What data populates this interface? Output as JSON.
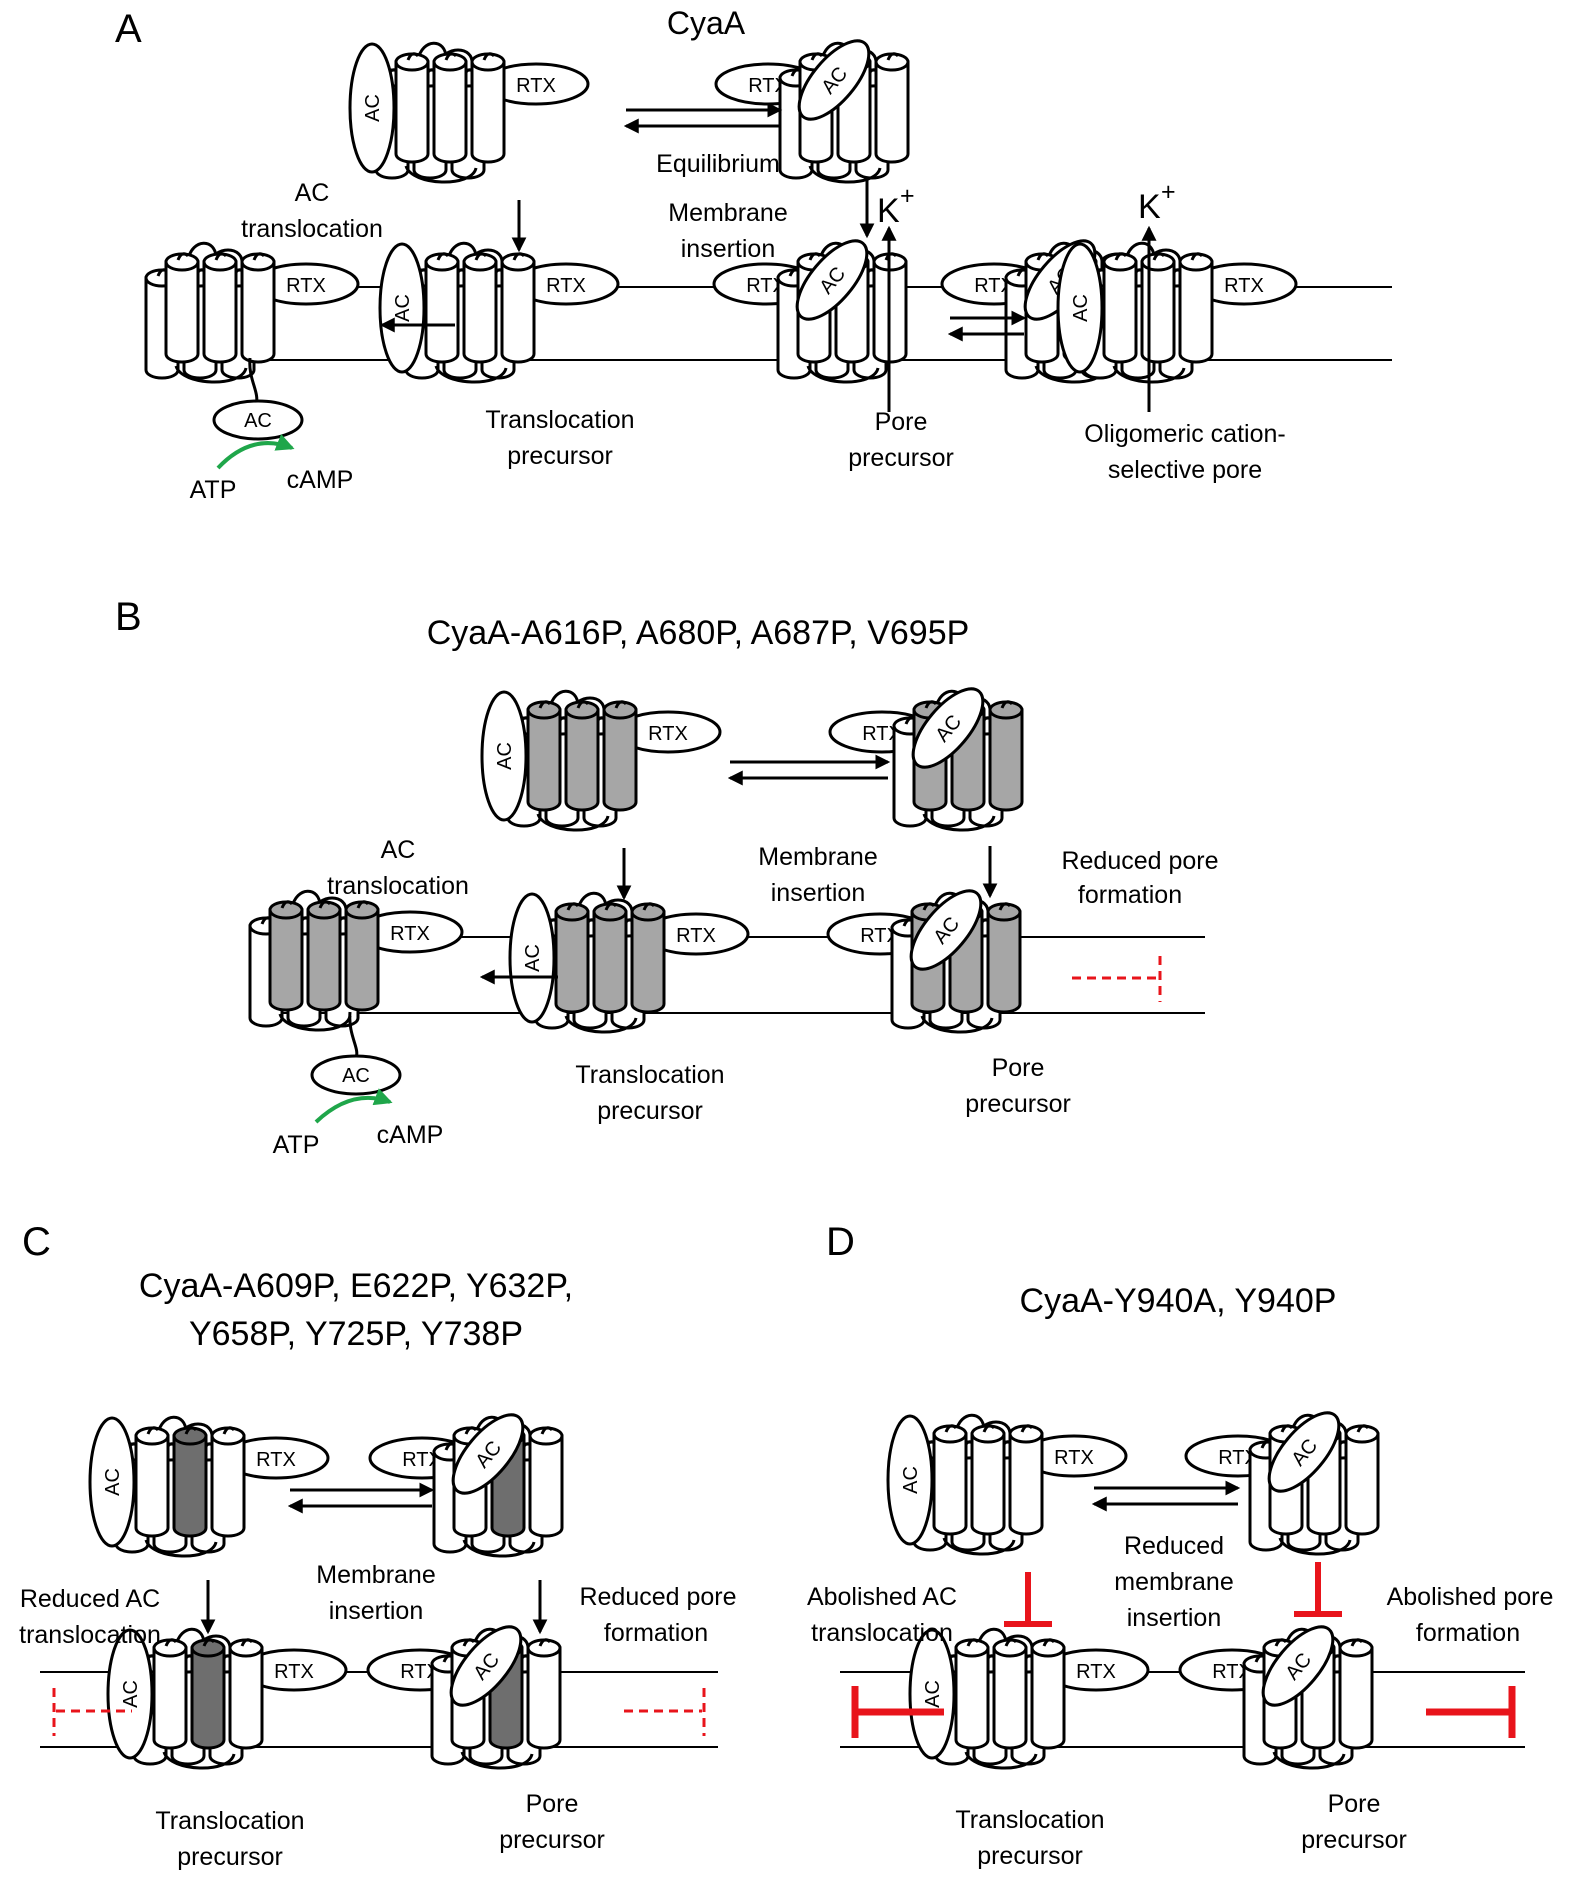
{
  "panels": {
    "a": {
      "letter": "A",
      "title": "CyaA",
      "equilibrium": "Equilibrium",
      "membrane_insertion": [
        "Membrane",
        "insertion"
      ],
      "ac_translocation": [
        "AC",
        "translocation"
      ],
      "translocation_precursor": [
        "Translocation",
        "precursor"
      ],
      "pore_precursor": [
        "Pore",
        "precursor"
      ],
      "oligomeric_pore": [
        "Oligomeric cation-",
        "selective pore"
      ],
      "atp": "ATP",
      "camp": "cAMP",
      "ion": "K",
      "ion_charge": "+"
    },
    "b": {
      "letter": "B",
      "title": "CyaA-A616P, A680P, A687P, V695P",
      "membrane_insertion": [
        "Membrane",
        "insertion"
      ],
      "reduced_pore": [
        "Reduced pore",
        "formation"
      ],
      "ac_translocation": [
        "AC",
        "translocation"
      ],
      "translocation_precursor": [
        "Translocation",
        "precursor"
      ],
      "pore_precursor": [
        "Pore",
        "precursor"
      ],
      "atp": "ATP",
      "camp": "cAMP"
    },
    "c": {
      "letter": "C",
      "title": [
        "CyaA-A609P, E622P, Y632P,",
        "Y658P, Y725P, Y738P"
      ],
      "membrane_insertion": [
        "Membrane",
        "insertion"
      ],
      "reduced_ac": [
        "Reduced AC",
        "translocation"
      ],
      "reduced_pore": [
        "Reduced pore",
        "formation"
      ],
      "translocation_precursor": [
        "Translocation",
        "precursor"
      ],
      "pore_precursor": [
        "Pore",
        "precursor"
      ]
    },
    "d": {
      "letter": "D",
      "title": "CyaA-Y940A, Y940P",
      "reduced_insertion": [
        "Reduced",
        "membrane",
        "insertion"
      ],
      "abolished_ac": [
        "Abolished AC",
        "translocation"
      ],
      "abolished_pore": [
        "Abolished pore",
        "formation"
      ],
      "translocation_precursor": [
        "Translocation",
        "precursor"
      ],
      "pore_precursor": [
        "Pore",
        "precursor"
      ]
    }
  },
  "domains": {
    "ac": "AC",
    "rtx": "RTX"
  },
  "colors": {
    "inhibition_red": "#e8141b",
    "camp_arrow_green": "#1fa64a",
    "mutated_helix_gray": "#a6a6a6",
    "mutated_helix_dark": "#6e6e6e"
  }
}
